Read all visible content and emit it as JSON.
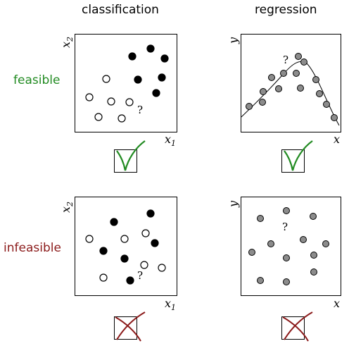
{
  "headers": {
    "left": "classification",
    "right": "regression"
  },
  "rows": [
    {
      "label": "feasible",
      "color": "#228b22",
      "verdict": "check"
    },
    {
      "label": "infeasible",
      "color": "#8b1a1a",
      "verdict": "cross"
    }
  ],
  "axes": {
    "classification": {
      "x": "x",
      "x_sub": "1",
      "y": "x",
      "y_sub": "2"
    },
    "regression": {
      "x": "x",
      "y": "y"
    }
  },
  "question_mark": "?",
  "colors": {
    "filled": "#000000",
    "open": "#ffffff",
    "gray": "#8c8c8c",
    "check": "#228b22",
    "cross": "#8b1a1a"
  }
}
